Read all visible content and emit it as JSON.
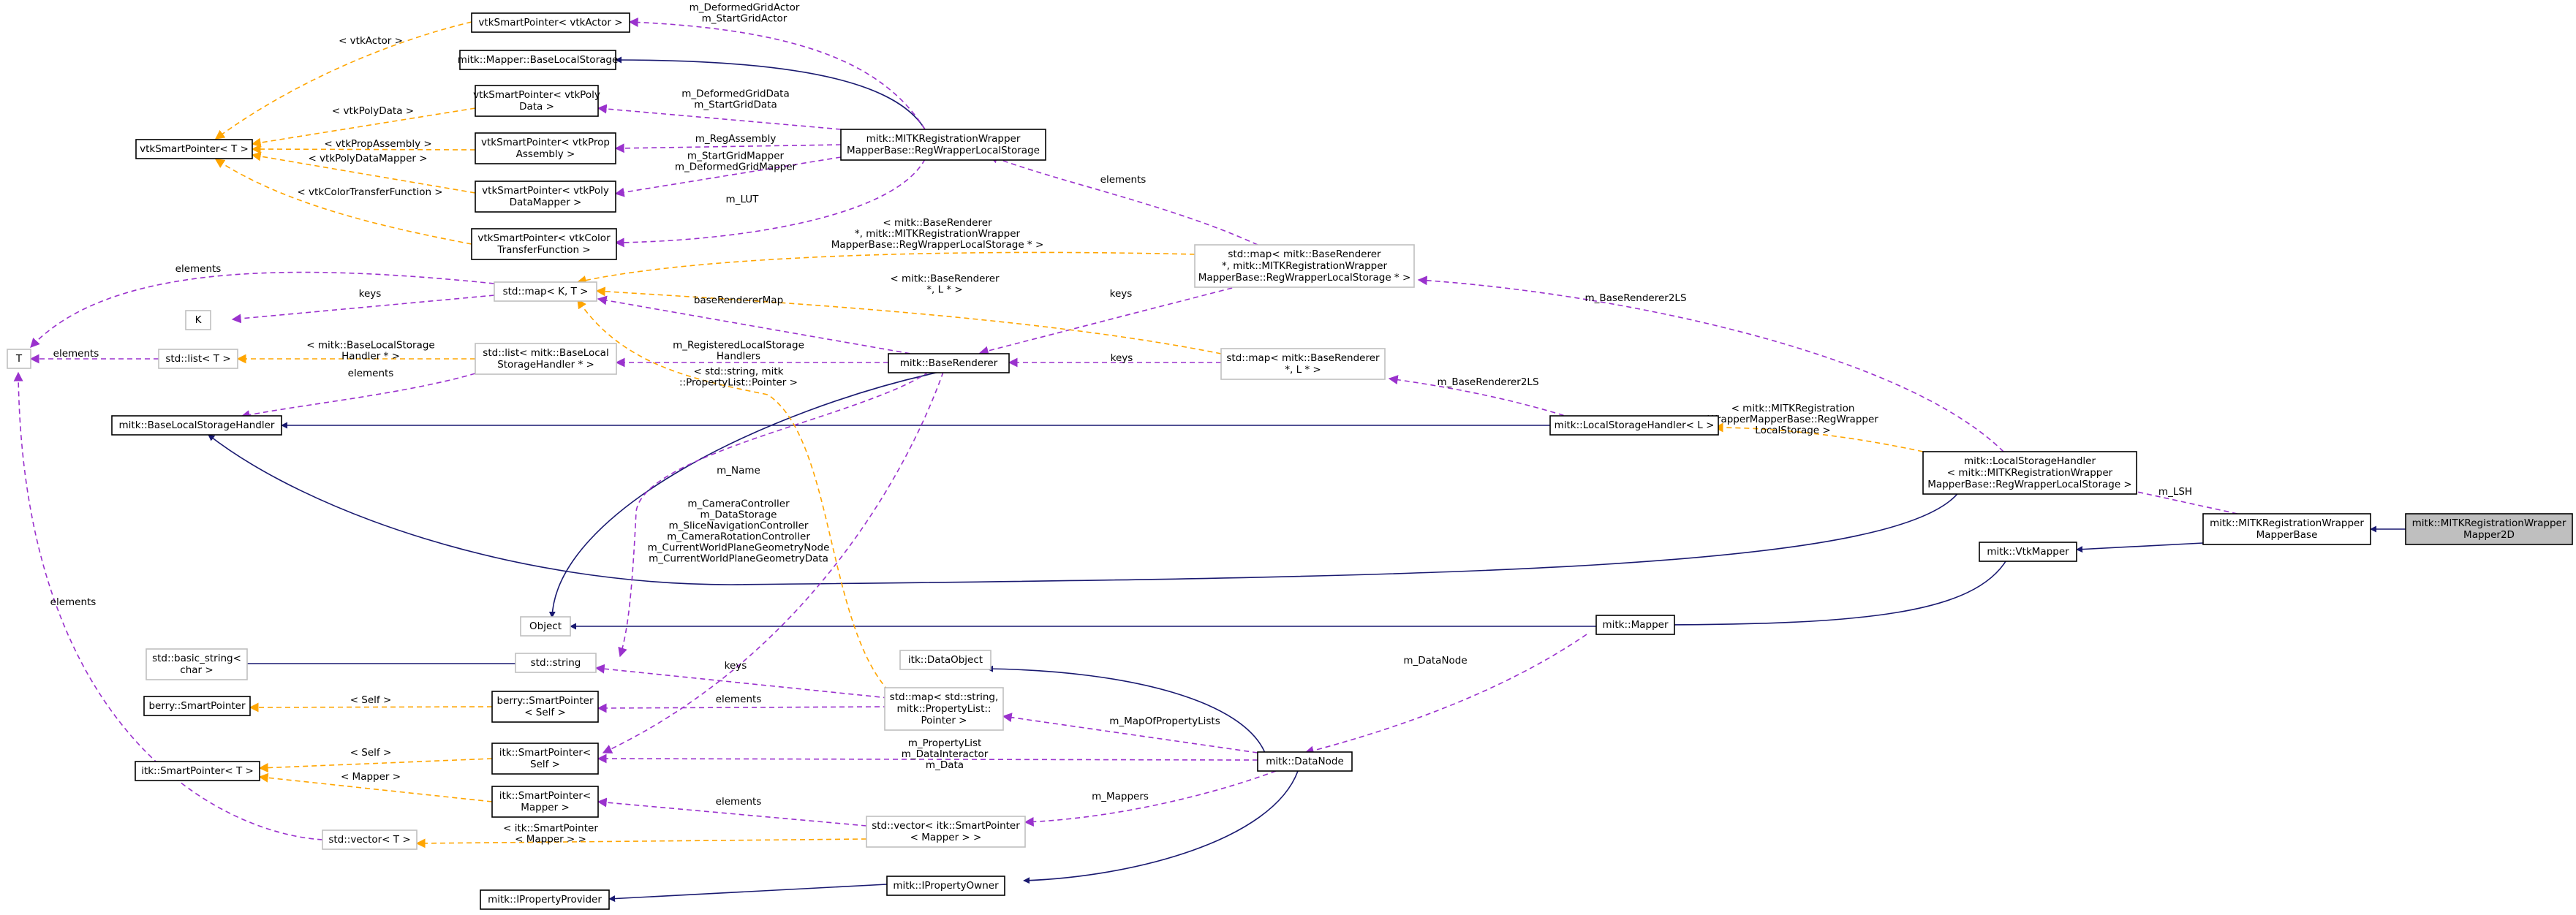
{
  "nodes": {
    "vtkSmartPointer_vtkActor": [
      "vtkSmartPointer< vtkActor >"
    ],
    "BaseLocalStorage": [
      "mitk::Mapper::BaseLocalStorage"
    ],
    "vtkSP_PolyData": [
      "vtkSmartPointer< vtkPoly",
      "Data >"
    ],
    "RegWrapperLocalStorage": [
      "mitk::MITKRegistrationWrapper",
      "MapperBase::RegWrapperLocalStorage"
    ],
    "vtkSmartPointer_T": [
      "vtkSmartPointer< T >"
    ],
    "vtkSP_PropAssembly": [
      "vtkSmartPointer< vtkProp",
      "Assembly >"
    ],
    "vtkSP_PolyDataMapper": [
      "vtkSmartPointer< vtkPoly",
      "DataMapper >"
    ],
    "vtkSP_ColorTF": [
      "vtkSmartPointer< vtkColor",
      "TransferFunction >"
    ],
    "map_BaseRenderer_RegWrapper": [
      "std::map< mitk::BaseRenderer",
      " *, mitk::MITKRegistrationWrapper",
      "MapperBase::RegWrapperLocalStorage * >"
    ],
    "map_K_T": [
      "std::map< K, T >"
    ],
    "K": [
      "K"
    ],
    "T": [
      "T"
    ],
    "list_T": [
      "std::list< T >"
    ],
    "list_BaseLocalStorageHandler": [
      "std::list< mitk::BaseLocal",
      "StorageHandler * >"
    ],
    "BaseRenderer": [
      "mitk::BaseRenderer"
    ],
    "map_BaseRenderer_L": [
      "std::map< mitk::BaseRenderer",
      " *, L * >"
    ],
    "BaseLocalStorageHandler": [
      "mitk::BaseLocalStorageHandler"
    ],
    "LocalStorageHandler_L": [
      "mitk::LocalStorageHandler< L >"
    ],
    "LocalStorageHandler_Reg": [
      "mitk::LocalStorageHandler",
      "< mitk::MITKRegistrationWrapper",
      "MapperBase::RegWrapperLocalStorage >"
    ],
    "MITKRegistrationWrapperMapperBase": [
      "mitk::MITKRegistrationWrapper",
      "MapperBase"
    ],
    "MITKRegistrationWrapperMapper2D": [
      "mitk::MITKRegistrationWrapper",
      "Mapper2D"
    ],
    "VtkMapper": [
      "mitk::VtkMapper"
    ],
    "Object": [
      "Object"
    ],
    "Mapper": [
      "mitk::Mapper"
    ],
    "basic_string": [
      "std::basic_string<",
      "char >"
    ],
    "std_string": [
      "std::string"
    ],
    "itk_DataObject": [
      "itk::DataObject"
    ],
    "berry_SmartPointer": [
      "berry::SmartPointer"
    ],
    "berry_SmartPointer_Self": [
      "berry::SmartPointer",
      "< Self >"
    ],
    "map_string_PropertyList": [
      "std::map< std::string,",
      "mitk::PropertyList::",
      "Pointer >"
    ],
    "itk_SmartPointer_T": [
      "itk::SmartPointer< T >"
    ],
    "itk_SmartPointer_Self": [
      "itk::SmartPointer<",
      "Self >"
    ],
    "DataNode": [
      "mitk::DataNode"
    ],
    "itk_SmartPointer_Mapper": [
      "itk::SmartPointer<",
      "Mapper >"
    ],
    "vector_T": [
      "std::vector< T >"
    ],
    "vector_itk_SP_Mapper": [
      "std::vector< itk::SmartPointer",
      "< Mapper > >"
    ],
    "IPropertyOwner": [
      "mitk::IPropertyOwner"
    ],
    "IPropertyProvider": [
      "mitk::IPropertyProvider"
    ]
  },
  "edge_labels": {
    "vtkActor": [
      "< vtkActor >"
    ],
    "deformedGridActor": [
      "m_DeformedGridActor",
      "m_StartGridActor"
    ],
    "vtkPolyData": [
      "< vtkPolyData >"
    ],
    "deformedGridData": [
      "m_DeformedGridData",
      "m_StartGridData"
    ],
    "regAssembly": [
      "m_RegAssembly"
    ],
    "vtkPropAssembly": [
      "< vtkPropAssembly >"
    ],
    "vtkPolyDataMapper": [
      "< vtkPolyDataMapper >"
    ],
    "startGridMapper": [
      "m_StartGridMapper",
      "m_DeformedGridMapper"
    ],
    "lut": [
      "m_LUT"
    ],
    "vtkColorTF": [
      "< vtkColorTransferFunction >"
    ],
    "elementsRegWrapper": [
      "elements"
    ],
    "mapBaseRendererReg": [
      "< mitk::BaseRenderer",
      "*, mitk::MITKRegistrationWrapper",
      "MapperBase::RegWrapperLocalStorage * >"
    ],
    "elementsT1": [
      "elements"
    ],
    "keysK": [
      "keys"
    ],
    "mapBaseRendererL": [
      "< mitk::BaseRenderer",
      "*, L * >"
    ],
    "keysReg": [
      "keys"
    ],
    "baseRendererMap": [
      "baseRendererMap"
    ],
    "elementsListT": [
      "elements"
    ],
    "baseLocalStorageHandlerPtr": [
      "< mitk::BaseLocalStorage",
      "Handler * >"
    ],
    "registeredHandlers": [
      "m_RegisteredLocalStorage",
      "Handlers"
    ],
    "keysL": [
      "keys"
    ],
    "stringPropertyList": [
      "< std::string, mitk",
      "::PropertyList::Pointer >"
    ],
    "elementsBaseLocal": [
      "elements"
    ],
    "baseRenderer2LS_L": [
      "m_BaseRenderer2LS"
    ],
    "baseRenderer2LS": [
      "m_BaseRenderer2LS"
    ],
    "regWrapperLocalStorage": [
      "< mitk::MITKRegistration",
      "WrapperMapperBase::RegWrapper",
      "LocalStorage >"
    ],
    "lsh": [
      "m_LSH"
    ],
    "name": [
      "m_Name"
    ],
    "cameraController": [
      "m_CameraController",
      "m_DataStorage",
      "m_SliceNavigationController",
      "m_CameraRotationController",
      "m_CurrentWorldPlaneGeometryNode",
      "m_CurrentWorldPlaneGeometryData"
    ],
    "elementsT2": [
      "elements"
    ],
    "keysString": [
      "keys"
    ],
    "dataNode": [
      "m_DataNode"
    ],
    "selfBerry": [
      "< Self >"
    ],
    "elementsBerry": [
      "elements"
    ],
    "mapOfPropertyLists": [
      "m_MapOfPropertyLists"
    ],
    "selfItk": [
      "< Self >"
    ],
    "propertyList": [
      "m_PropertyList",
      "m_DataInteractor",
      "m_Data"
    ],
    "mapperItk": [
      "< Mapper >"
    ],
    "elementsVector": [
      "elements"
    ],
    "mappers": [
      "m_Mappers"
    ],
    "itkSPMapper": [
      "< itk::SmartPointer",
      "< Mapper > >"
    ]
  },
  "colors": {
    "inheritance": "#191970",
    "usage": "#9a32cd",
    "template": "#ffa500",
    "focus_fill": "#bfbfbf",
    "grey_border": "#bfbfbf"
  }
}
